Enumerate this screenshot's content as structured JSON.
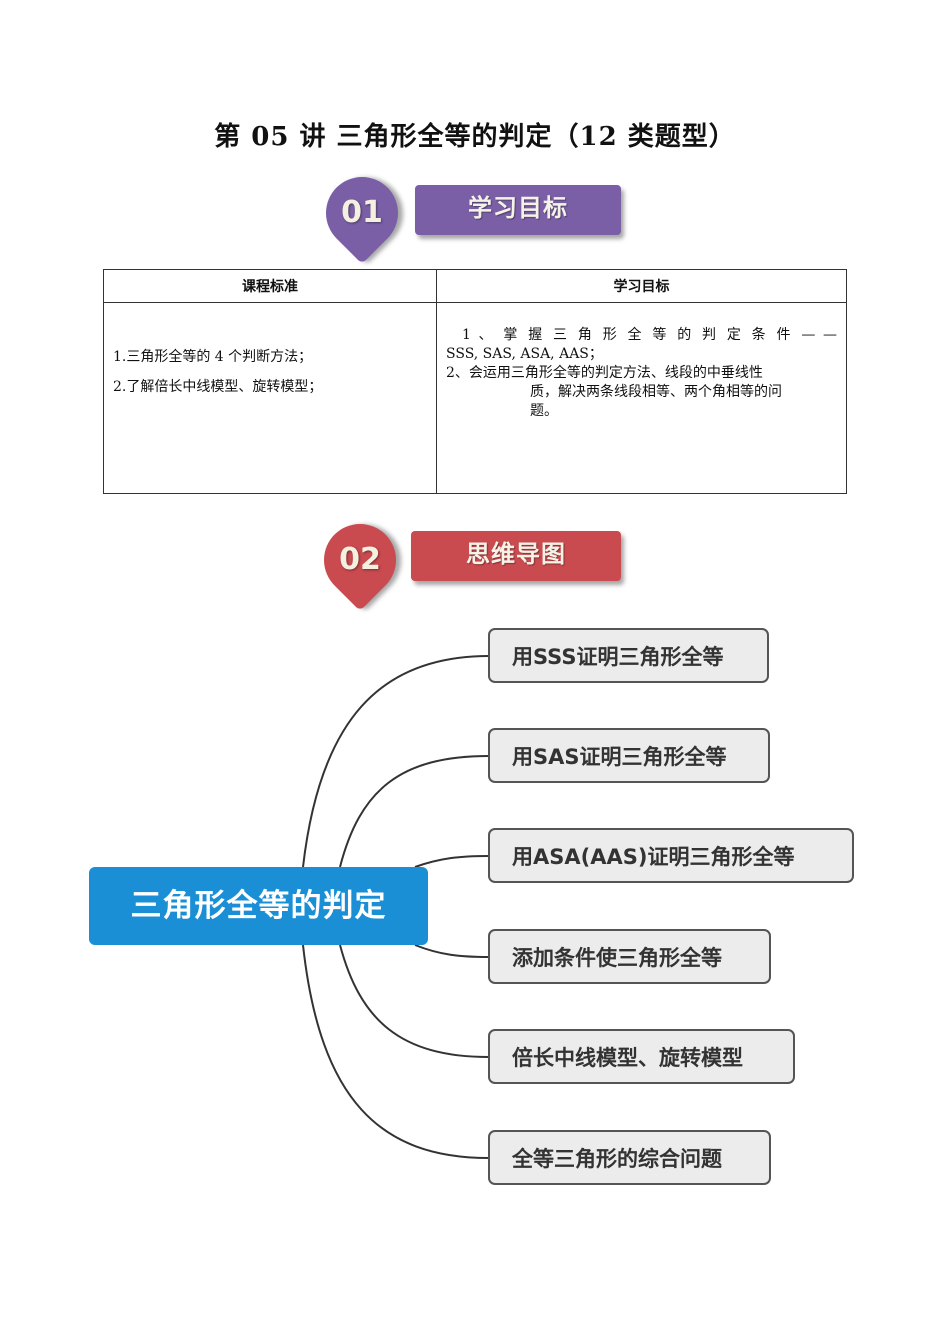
{
  "title": "第 05 讲  三角形全等的判定（12 类题型）",
  "sections": [
    {
      "number": "01",
      "label": "学习目标",
      "color": "#7b5fa6"
    },
    {
      "number": "02",
      "label": "思维导图",
      "color": "#c94a4f"
    }
  ],
  "goals_table": {
    "headers": [
      "课程标准",
      "学习目标"
    ],
    "left_items": [
      "1.三角形全等的 4 个判断方法；",
      "2.了解倍长中线模型、旋转模型；"
    ],
    "right_item1_line1": "1 、 掌 握 三 角 形 全 等 的 判 定 条 件 — —",
    "right_item1_line2": "SSS, SAS, ASA, AAS；",
    "right_item2_line1": "2、会运用三角形全等的判定方法、线段的中垂线性",
    "right_item2_line2": "质，解决两条线段相等、两个角相等的问",
    "right_item2_line3": "题。"
  },
  "mind_map": {
    "center": "三角形全等的判定",
    "center_color": "#1b8fd6",
    "branches": [
      "用SSS证明三角形全等",
      "用SAS证明三角形全等",
      "用ASA(AAS)证明三角形全等",
      "添加条件使三角形全等",
      "倍长中线模型、旋转模型",
      "全等三角形的综合问题"
    ]
  }
}
